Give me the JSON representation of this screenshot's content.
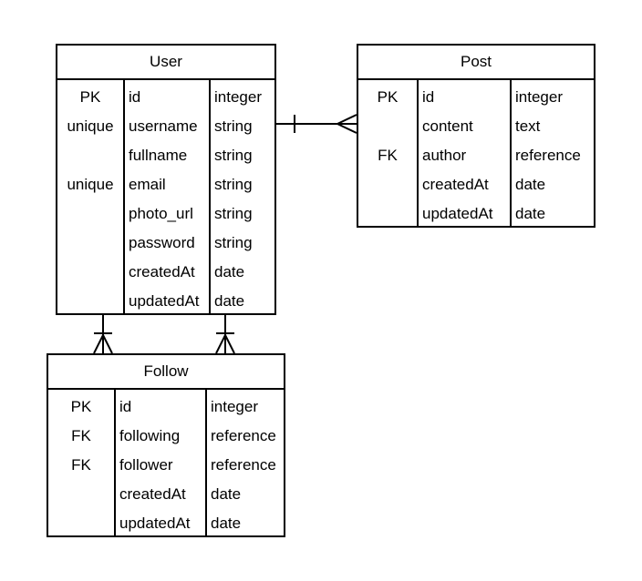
{
  "entities": {
    "user": {
      "title": "User",
      "rows": [
        {
          "key": "PK",
          "name": "id",
          "type": "integer"
        },
        {
          "key": "unique",
          "name": "username",
          "type": "string"
        },
        {
          "key": "",
          "name": "fullname",
          "type": "string"
        },
        {
          "key": "unique",
          "name": "email",
          "type": "string"
        },
        {
          "key": "",
          "name": "photo_url",
          "type": "string"
        },
        {
          "key": "",
          "name": "password",
          "type": "string"
        },
        {
          "key": "",
          "name": "createdAt",
          "type": "date"
        },
        {
          "key": "",
          "name": "updatedAt",
          "type": "date"
        }
      ]
    },
    "post": {
      "title": "Post",
      "rows": [
        {
          "key": "PK",
          "name": "id",
          "type": "integer"
        },
        {
          "key": "",
          "name": "content",
          "type": "text"
        },
        {
          "key": "FK",
          "name": "author",
          "type": "reference"
        },
        {
          "key": "",
          "name": "createdAt",
          "type": "date"
        },
        {
          "key": "",
          "name": "updatedAt",
          "type": "date"
        }
      ]
    },
    "follow": {
      "title": "Follow",
      "rows": [
        {
          "key": "PK",
          "name": "id",
          "type": "integer"
        },
        {
          "key": "FK",
          "name": "following",
          "type": "reference"
        },
        {
          "key": "FK",
          "name": "follower",
          "type": "reference"
        },
        {
          "key": "",
          "name": "createdAt",
          "type": "date"
        },
        {
          "key": "",
          "name": "updatedAt",
          "type": "date"
        }
      ]
    }
  },
  "relationships": [
    {
      "from": "User",
      "to": "Post",
      "type": "one-to-many"
    },
    {
      "from": "User",
      "to": "Follow",
      "type": "one-to-many"
    },
    {
      "from": "User",
      "to": "Follow",
      "type": "one-to-many"
    }
  ]
}
